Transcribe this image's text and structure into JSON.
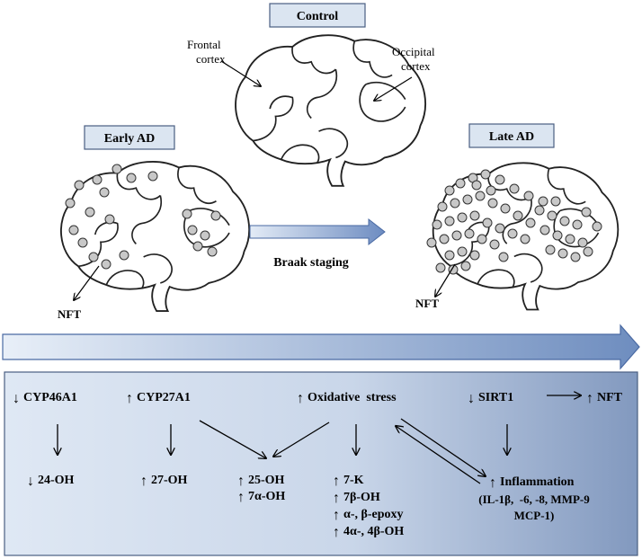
{
  "stages": {
    "control": "Control",
    "early": "Early AD",
    "late": "Late AD"
  },
  "brain_labels": {
    "frontal_line1": "Frontal",
    "frontal_line2": "cortex",
    "occipital_line1": "Occipital",
    "occipital_line2": "cortex",
    "nft_early": "NFT",
    "nft_late": "NFT"
  },
  "middle_arrow_label": "Braak staging",
  "colors": {
    "label_box_fill": "#dbe5f1",
    "label_box_stroke": "#4a5f82",
    "arrow_light": "#dce6f4",
    "arrow_dark": "#5d7db5",
    "panel_light": "#dde7f3",
    "panel_dark": "#7f96bd",
    "plaque_fill": "#c8c8c8"
  },
  "pathways": {
    "top": {
      "cyp46a1": "CYP46A1",
      "cyp27a1": "CYP27A1",
      "oxidative": "Oxidative  stress",
      "sirt1": "SIRT1",
      "nft": "NFT"
    },
    "products": {
      "oh24": "24-OH",
      "oh27": "27-OH",
      "oh25": "25-OH",
      "oh7a": "7α-OH",
      "k7": "7-K",
      "oh7b": "7β-OH",
      "epoxy": "α-, β-epoxy",
      "oh4": "4α-, 4β-OH",
      "inflammation": "Inflammation",
      "inflammation_detail1": "(IL-1β,  -6, -8, MMP-9",
      "inflammation_detail2": "MCP-1)"
    }
  }
}
